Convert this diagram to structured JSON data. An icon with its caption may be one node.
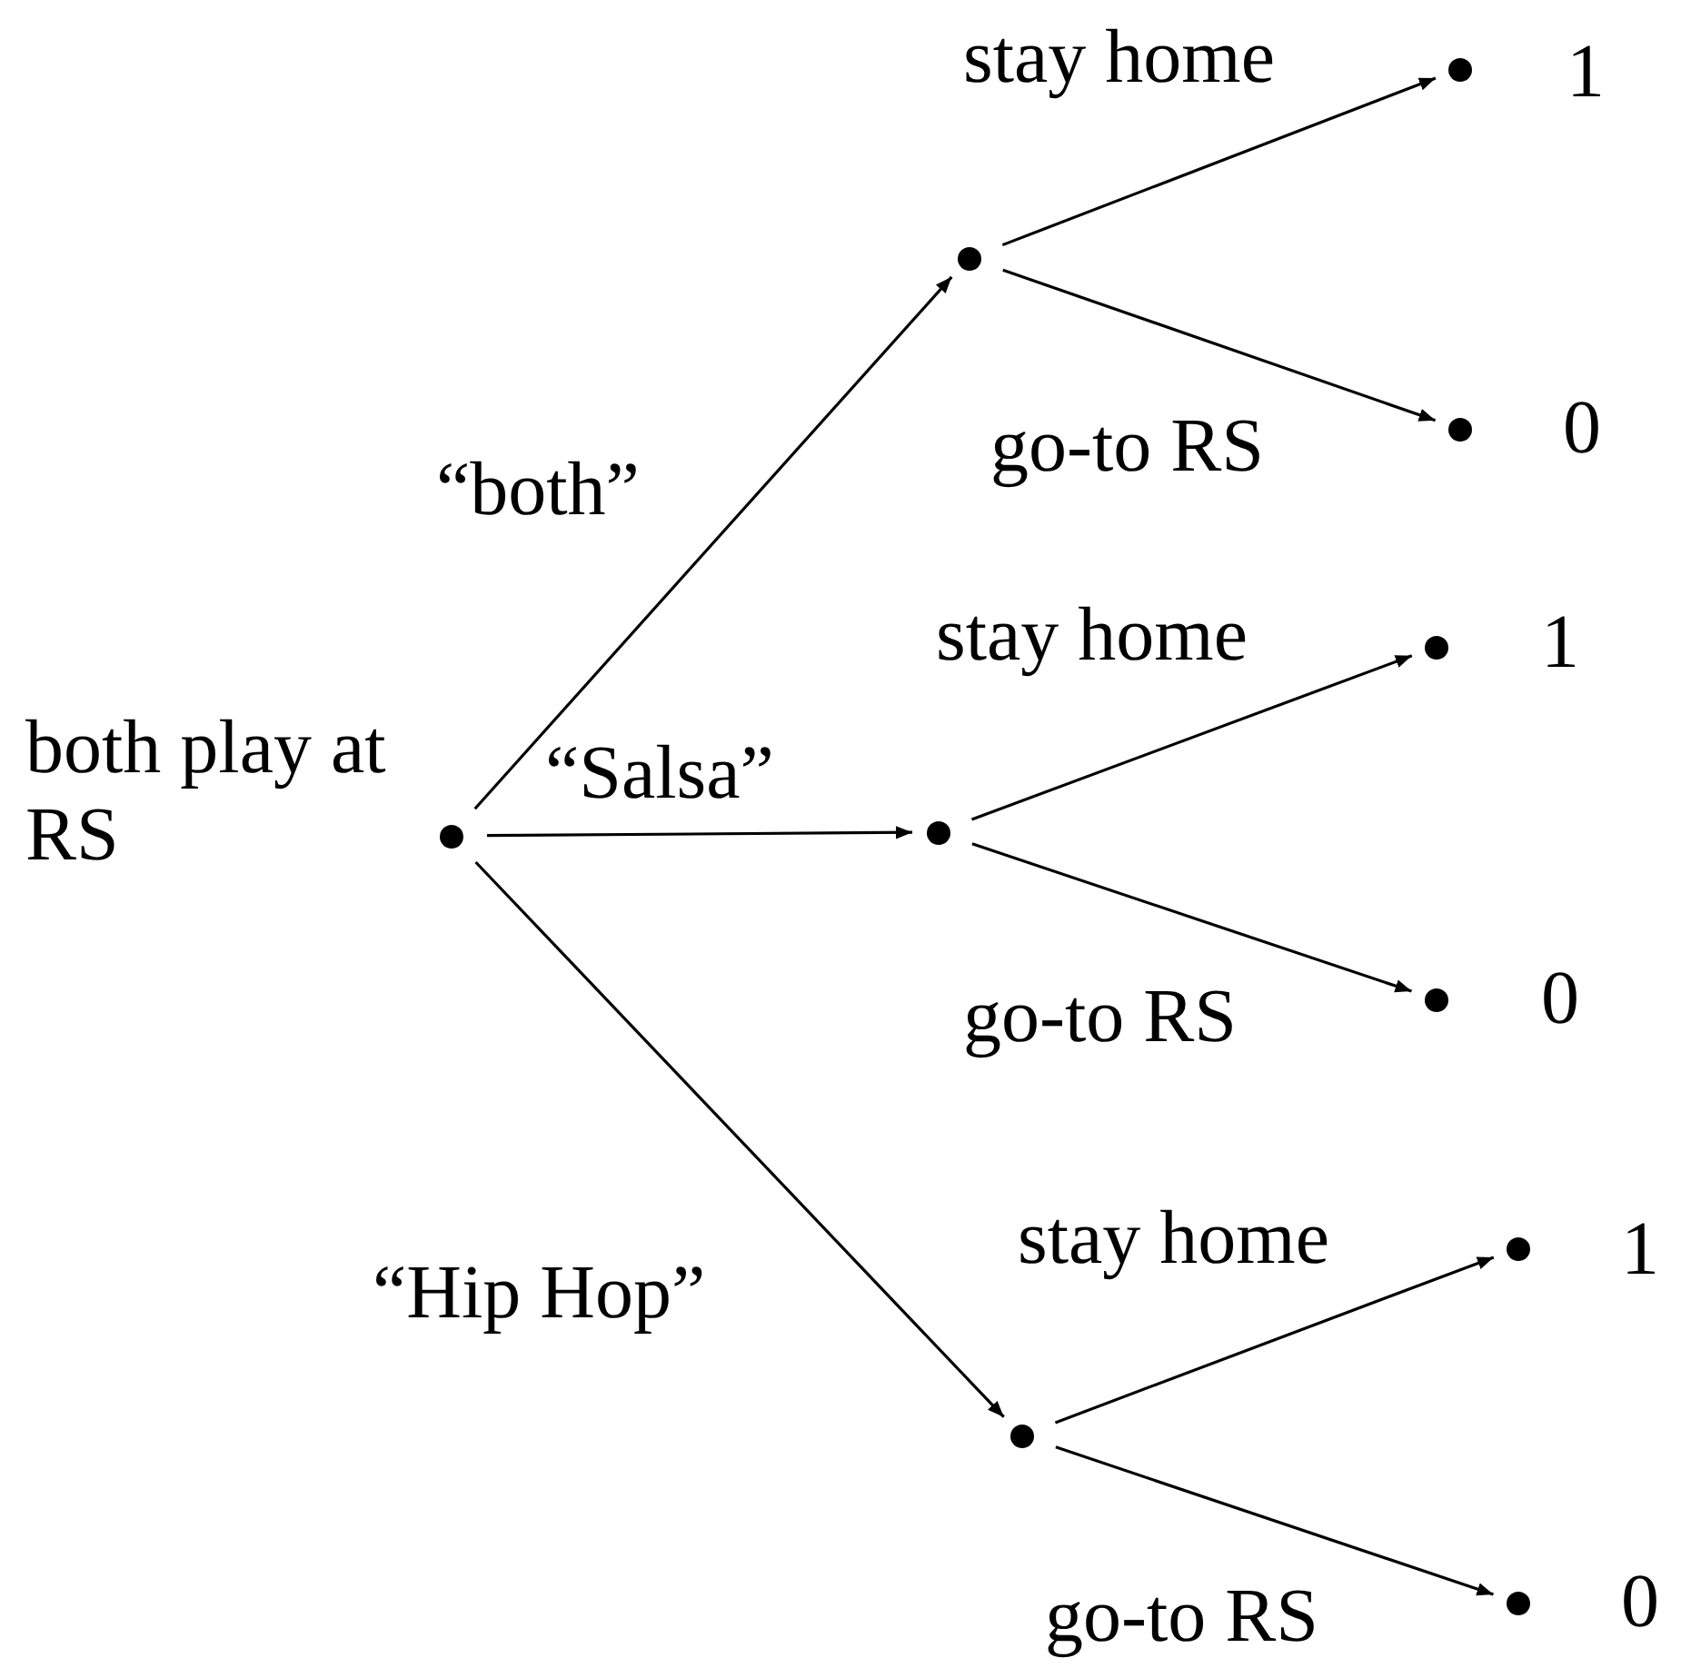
{
  "diagram": {
    "nodes": [
      {
        "text": [],
        "shape": "circle",
        "beside": [
          "both play at RS"
        ]
      },
      {
        "text": [],
        "shape": "circle"
      },
      {
        "text": [],
        "shape": "circle",
        "beside": [
          "1"
        ]
      },
      {
        "text": [],
        "shape": "circle",
        "beside": [
          "0"
        ]
      },
      {
        "text": [],
        "shape": "circle"
      },
      {
        "text": [],
        "shape": "circle",
        "beside": [
          "1"
        ]
      },
      {
        "text": [],
        "shape": "circle",
        "beside": [
          "0"
        ]
      },
      {
        "text": [],
        "shape": "circle"
      },
      {
        "text": [],
        "shape": "circle",
        "beside": [
          "1"
        ]
      },
      {
        "text": [],
        "shape": "circle",
        "beside": [
          "0"
        ]
      }
    ],
    "edges": [
      {
        "from": 0,
        "to": 1,
        "arrow": "to",
        "label": "“both”"
      },
      {
        "from": 0,
        "to": 4,
        "arrow": "to",
        "label": "“Salsa”"
      },
      {
        "from": 0,
        "to": 7,
        "arrow": "to",
        "label": "“Hip Hop”"
      },
      {
        "from": 1,
        "to": 2,
        "arrow": "to",
        "label": "stay home"
      },
      {
        "from": 1,
        "to": 3,
        "arrow": "to",
        "label": "go-to RS"
      },
      {
        "from": 4,
        "to": 5,
        "arrow": "to",
        "label": "stay home"
      },
      {
        "from": 4,
        "to": 6,
        "arrow": "to",
        "label": "go-to RS"
      },
      {
        "from": 7,
        "to": 8,
        "arrow": "to",
        "label": "stay home"
      },
      {
        "from": 7,
        "to": 9,
        "arrow": "to",
        "label": "go-to RS"
      }
    ]
  }
}
